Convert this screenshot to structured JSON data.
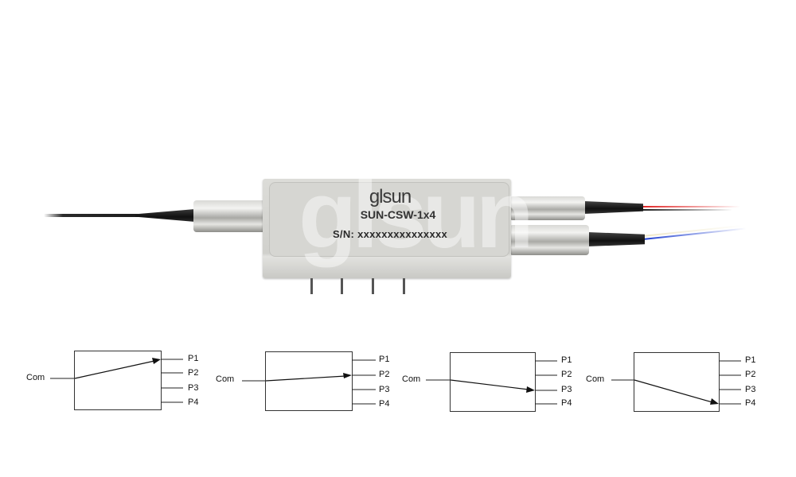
{
  "device": {
    "logo": "glsun",
    "model": "SUN-CSW-1x4",
    "serial_label": "S/N:",
    "serial_value": "xxxxxxxxxxxxxxx",
    "watermark": "glsun",
    "pins": 4,
    "input_fibers": 1,
    "output_fiber_colors": [
      "#e02020",
      "#1a1a1a",
      "#1f3fd0",
      "#f0e6c0"
    ]
  },
  "diagrams": [
    {
      "input_label": "Com",
      "ports": [
        "P1",
        "P2",
        "P3",
        "P4"
      ],
      "active_port": "P1"
    },
    {
      "input_label": "Com",
      "ports": [
        "P1",
        "P2",
        "P3",
        "P4"
      ],
      "active_port": "P2"
    },
    {
      "input_label": "Com",
      "ports": [
        "P1",
        "P2",
        "P3",
        "P4"
      ],
      "active_port": "P3"
    },
    {
      "input_label": "Com",
      "ports": [
        "P1",
        "P2",
        "P3",
        "P4"
      ],
      "active_port": "P4"
    }
  ]
}
